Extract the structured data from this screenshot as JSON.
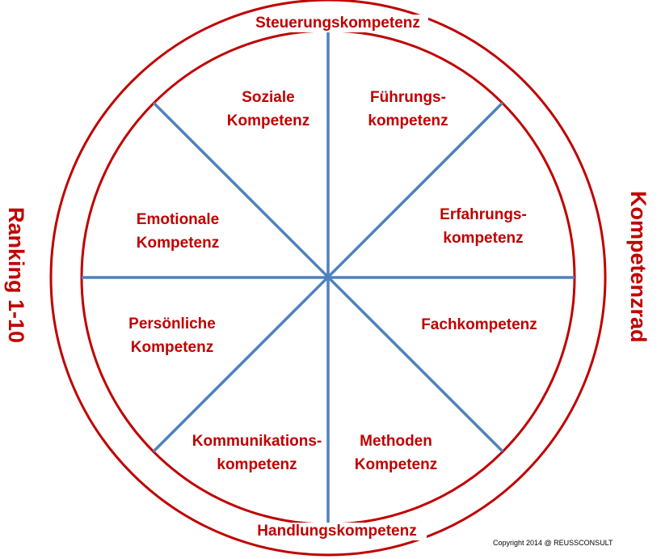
{
  "ring": {
    "top": "Steuerungskompetenz",
    "bottom": "Handlungskompetenz"
  },
  "side": {
    "left": "Ranking 1-10",
    "right": "Kompetenzrad"
  },
  "segments": [
    {
      "line1": "Soziale",
      "line2": "Kompetenz"
    },
    {
      "line1": "Führungs-",
      "line2": "kompetenz"
    },
    {
      "line1": "Erfahrungs-",
      "line2": "kompetenz"
    },
    {
      "line1": "Fachkompetenz",
      "line2": ""
    },
    {
      "line1": "Methoden",
      "line2": "Kompetenz"
    },
    {
      "line1": "Kommunikations-",
      "line2": "kompetenz"
    },
    {
      "line1": "Persönliche",
      "line2": "Kompetenz"
    },
    {
      "line1": "Emotionale",
      "line2": "Kompetenz"
    }
  ],
  "copyright": "Copyright  2014 @ REUSSCONSULT",
  "colors": {
    "accent": "#c00000",
    "spokes": "#4f81bd"
  }
}
